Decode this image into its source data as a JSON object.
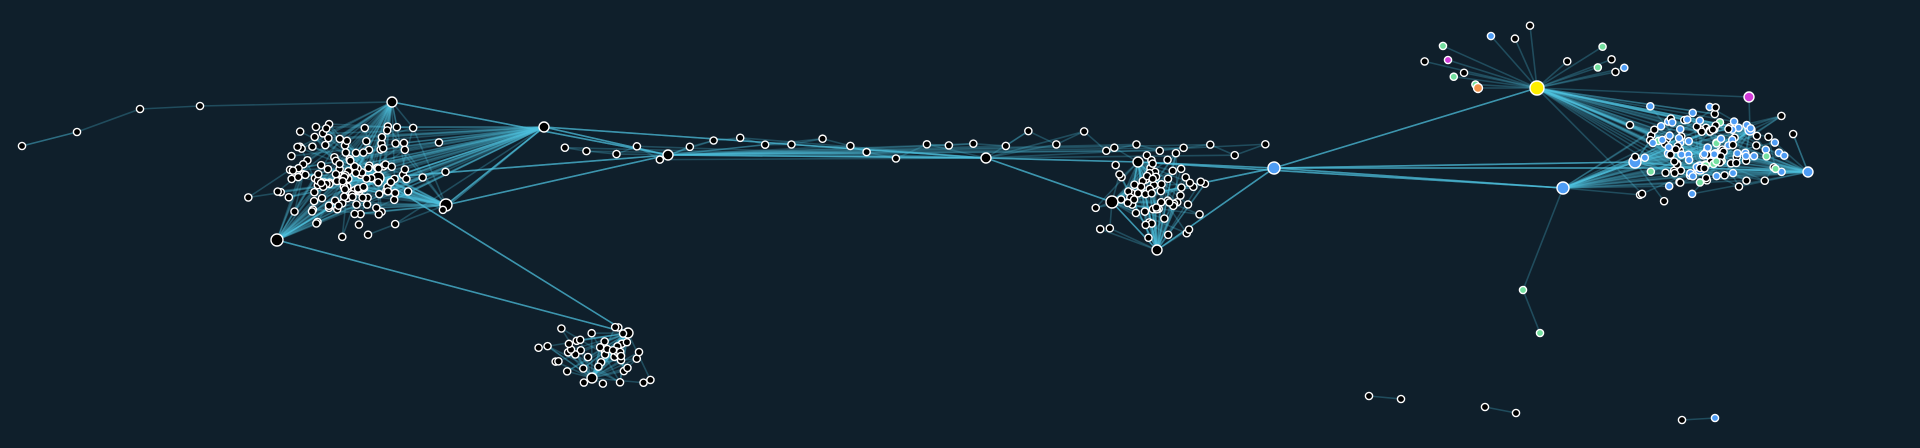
{
  "graph": {
    "colors": {
      "background": "#0f1f2b",
      "edge": "#4fc3dd",
      "node_default": "#000000",
      "node_stroke": "#ffffff",
      "hub_highlight": "#ffee00",
      "group_blue": "#4f9df5",
      "group_green": "#74e0a0",
      "accent_magenta": "#d23bd8",
      "accent_orange": "#f0924a"
    },
    "cluster_names": [
      "left-cluster",
      "bottom-left-cluster",
      "center-cluster",
      "right-blue-cluster",
      "bridge-chain",
      "isolated-pairs"
    ],
    "highlight_nodes": [
      {
        "name": "yellow-hub-node",
        "color": "#ffee00"
      },
      {
        "name": "magenta-node",
        "color": "#d23bd8"
      },
      {
        "name": "orange-node",
        "color": "#f0924a"
      }
    ]
  }
}
